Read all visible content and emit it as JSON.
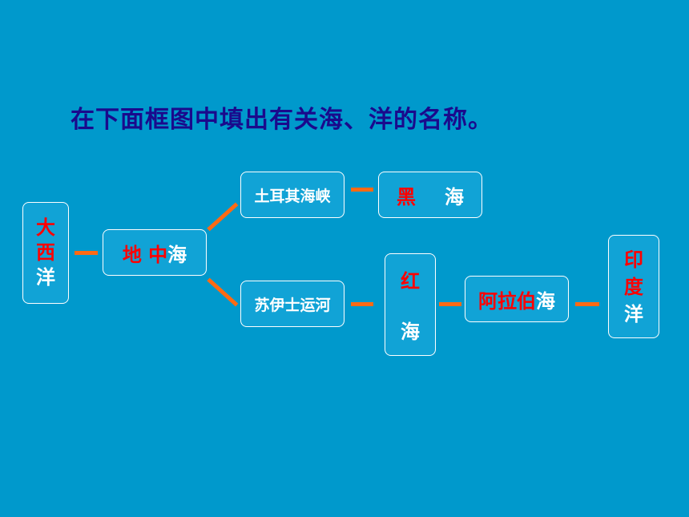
{
  "title": "在下面框图中填出有关海、洋的名称。",
  "nodes": {
    "atlantic": {
      "lines": [
        {
          "text": "大",
          "answer": true
        },
        {
          "text": "西",
          "answer": true
        },
        {
          "text": "洋",
          "answer": false
        }
      ]
    },
    "mediterranean": {
      "parts": [
        {
          "text": "地 中",
          "answer": true
        },
        {
          "text": "海",
          "answer": false
        }
      ]
    },
    "turkish_straits": {
      "label": "土耳其海峡"
    },
    "black_sea": {
      "parts": [
        {
          "text": "黑",
          "answer": true
        },
        {
          "text": "海",
          "answer": false
        }
      ]
    },
    "suez_canal": {
      "label": "苏伊士运河"
    },
    "red_sea": {
      "lines": [
        {
          "text": "红",
          "answer": true
        },
        {
          "text": "海",
          "answer": false
        }
      ]
    },
    "arabian_sea": {
      "parts": [
        {
          "text": "阿拉伯",
          "answer": true
        },
        {
          "text": "海",
          "answer": false
        }
      ]
    },
    "indian_ocean": {
      "lines": [
        {
          "text": "印",
          "answer": true
        },
        {
          "text": "度",
          "answer": true
        },
        {
          "text": "洋",
          "answer": false
        }
      ]
    }
  },
  "colors": {
    "background": "#0099cc",
    "box": "#11a3d6",
    "connector": "#ff6a13",
    "answer": "#ff0000",
    "title": "#1a0a8c"
  }
}
